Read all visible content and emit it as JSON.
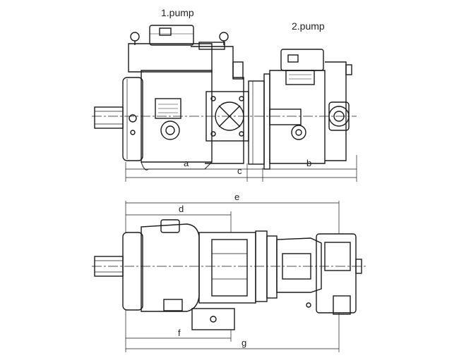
{
  "labels": {
    "pump1": "1.pump",
    "pump2": "2.pump"
  },
  "dimensions": {
    "a": "a",
    "b": "b",
    "c": "c",
    "d": "d",
    "e": "e",
    "f": "f",
    "g": "g"
  },
  "colors": {
    "line": "#1a1a1a",
    "centerline": "#333333",
    "background": "#ffffff"
  }
}
